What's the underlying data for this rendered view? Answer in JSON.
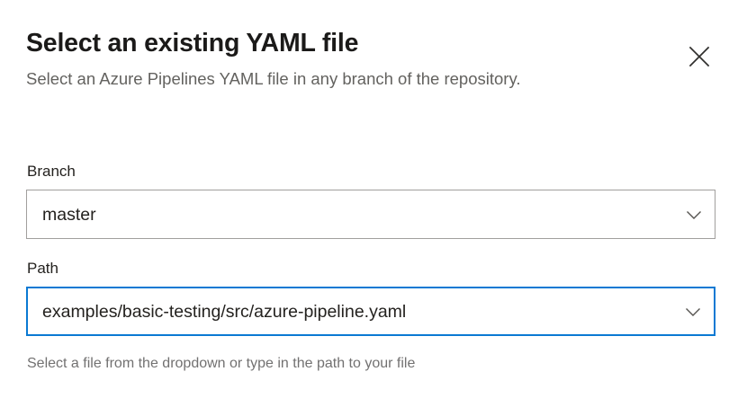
{
  "dialog": {
    "title": "Select an existing YAML file",
    "subtitle": "Select an Azure Pipelines YAML file in any branch of the repository.",
    "close_icon": "close-icon"
  },
  "form": {
    "branch": {
      "label": "Branch",
      "value": "master",
      "placeholder": "",
      "chevron_icon": "chevron-down-icon",
      "focused": false
    },
    "path": {
      "label": "Path",
      "value": "examples/basic-testing/src/azure-pipeline.yaml",
      "placeholder": "",
      "chevron_icon": "chevron-down-icon",
      "focused": true,
      "helper_text": "Select a file from the dropdown or type in the path to your file"
    }
  },
  "colors": {
    "accent": "#0a79d3",
    "border": "#a19f9d",
    "title_text": "#1b1a19",
    "subtitle_text": "#63625f",
    "helper_text": "#727171",
    "background": "#ffffff"
  }
}
